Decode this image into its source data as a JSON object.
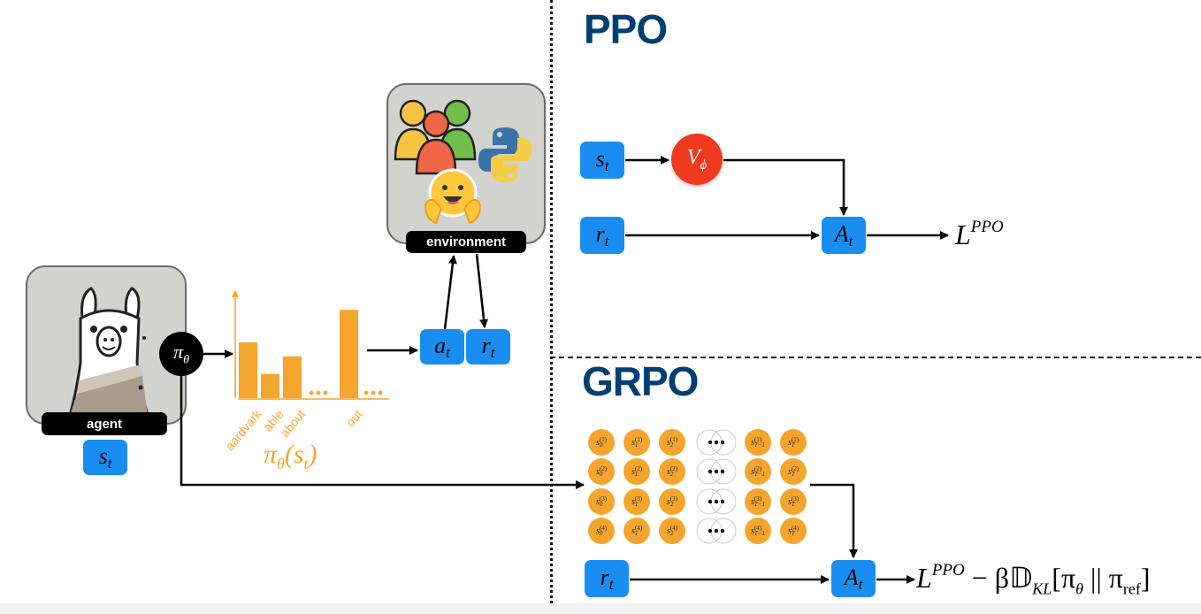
{
  "sections": {
    "ppo_title": "PPO",
    "grpo_title": "GRPO"
  },
  "agent": {
    "label": "agent",
    "icon": "llama-icon",
    "state_label": "s",
    "state_sub": "t",
    "policy_node": "π",
    "policy_sub": "θ"
  },
  "environment": {
    "label": "environment",
    "icons": [
      "people-group-icon",
      "python-logo-icon",
      "hugging-face-icon"
    ],
    "action_label": "a",
    "action_sub": "t",
    "reward_label": "r",
    "reward_sub": "t"
  },
  "chart_data": {
    "type": "bar",
    "title": "",
    "xlabel": "π_θ(s_t)",
    "ylabel": "",
    "categories": [
      "aardvark",
      "able",
      "about",
      "…",
      "out",
      "…"
    ],
    "values": [
      0.6,
      0.26,
      0.45,
      null,
      0.95,
      null
    ],
    "ylim": [
      0,
      1
    ],
    "color": "#f5a52d",
    "grid": false,
    "caption_main": "π",
    "caption_sub": "θ",
    "caption_arg": "(s",
    "caption_arg_sub": "t",
    "caption_close": ")"
  },
  "ppo": {
    "state": {
      "label": "s",
      "sub": "t"
    },
    "value_fn": {
      "label": "V",
      "sub": "ϕ"
    },
    "reward": {
      "label": "r",
      "sub": "t"
    },
    "advantage": {
      "label": "A",
      "sub": "t"
    },
    "loss": {
      "base": "L",
      "sup": "PPO"
    }
  },
  "grpo": {
    "rows": [
      {
        "group": "1"
      },
      {
        "group": "2"
      },
      {
        "group": "3"
      },
      {
        "group": "4"
      }
    ],
    "columns": [
      "0",
      "1",
      "2",
      "…",
      "T−1",
      "T"
    ],
    "reward": {
      "label": "r",
      "sub": "t"
    },
    "advantage": {
      "label": "A",
      "sub": "t"
    },
    "loss": {
      "base": "L",
      "sup": "PPO",
      "rest": " − β𝔻",
      "kl_sub": "KL",
      "bracket": "[π",
      "theta_sub": "θ",
      "sep": " || π",
      "ref_sub": "ref",
      "close": "]"
    }
  },
  "colors": {
    "title_blue": "#003f72",
    "box_blue": "#1a8ef0",
    "value_red": "#f03a1e",
    "bar_orange": "#f5a52d",
    "card_gray": "#d2d2cf"
  }
}
